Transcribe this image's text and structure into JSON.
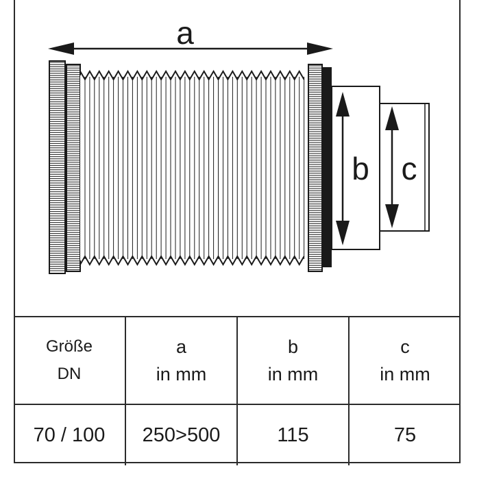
{
  "diagram": {
    "dimension_labels": {
      "a": "a",
      "b": "b",
      "c": "c"
    }
  },
  "table": {
    "headers": [
      {
        "line1": "Größe",
        "line2": "DN"
      },
      {
        "line1": "a",
        "line2": "in mm"
      },
      {
        "line1": "b",
        "line2": "in mm"
      },
      {
        "line1": "c",
        "line2": "in mm"
      }
    ],
    "row": [
      "70 / 100",
      "250>500",
      "115",
      "75"
    ]
  },
  "colors": {
    "line": "#1a1a1a",
    "fill": "#ffffff",
    "shade": "#d9d9d9"
  }
}
